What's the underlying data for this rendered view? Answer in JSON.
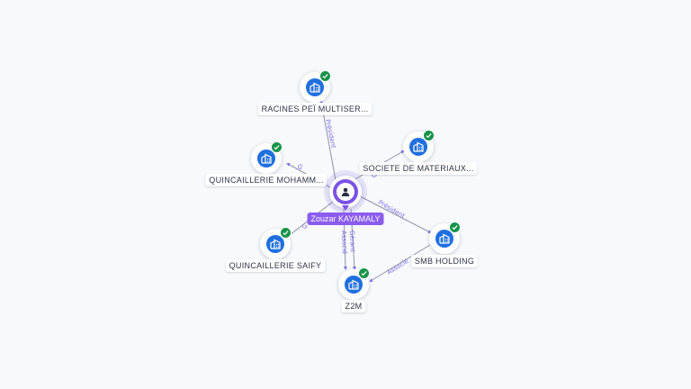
{
  "colors": {
    "accent": "#7b52e6",
    "company": "#1f6fe0",
    "verified": "#17934a",
    "edge_label": "#7a6ee6"
  },
  "center": {
    "name": "Zouzar KAYAMALY",
    "icon": "person-icon"
  },
  "nodes": [
    {
      "name": "RACINES PEÏ MULTISER...",
      "icon": "building-icon",
      "verified": true
    },
    {
      "name": "QUINCAILLERIE MOHAMM...",
      "icon": "building-icon",
      "verified": true
    },
    {
      "name": "SOCIETE DE MATERIAUX...",
      "icon": "building-icon",
      "verified": true
    },
    {
      "name": "QUINCAILLERIE SAIFY",
      "icon": "building-icon",
      "verified": true
    },
    {
      "name": "SMB HOLDING",
      "icon": "building-icon",
      "verified": true
    },
    {
      "name": "Z2M",
      "icon": "building-icon",
      "verified": true
    }
  ],
  "edge_labels": {
    "racines": "Président",
    "mohamm": "G",
    "materiaux": "G",
    "saify": "G",
    "smb_president": "Président",
    "z2m_gerant": "Gérant",
    "z2m_associe": "Associé",
    "smb_z2m": "Associé"
  }
}
